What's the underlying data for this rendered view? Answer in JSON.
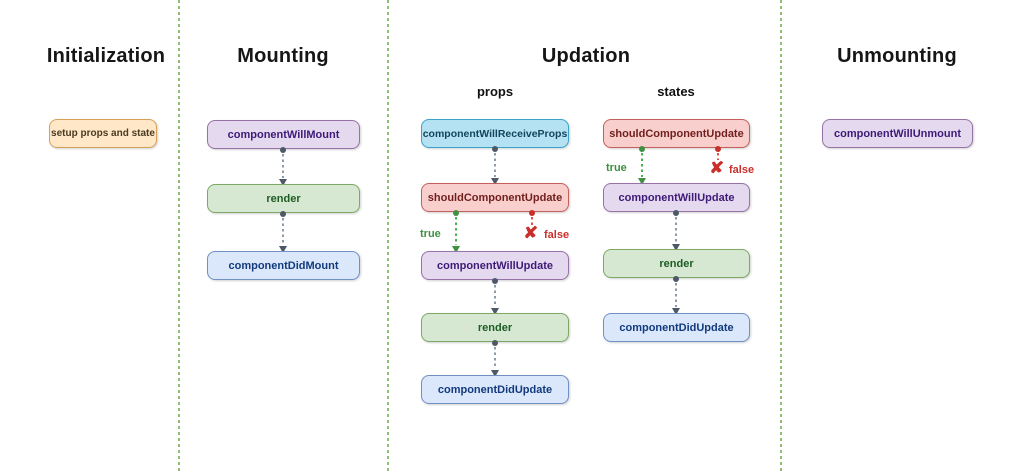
{
  "diagram": {
    "sections": [
      {
        "title": "Initialization",
        "boxes": [
          {
            "label": "setup props and state",
            "style": "orange"
          }
        ]
      },
      {
        "title": "Mounting",
        "boxes": [
          {
            "label": "componentWillMount",
            "style": "purple"
          },
          {
            "label": "render",
            "style": "green"
          },
          {
            "label": "componentDidMount",
            "style": "blue"
          }
        ]
      },
      {
        "title": "Updation",
        "columns": [
          {
            "label": "props",
            "boxes": [
              {
                "label": "componentWillReceiveProps",
                "style": "cyan"
              },
              {
                "label": "shouldComponentUpdate",
                "style": "red"
              },
              {
                "label": "componentWillUpdate",
                "style": "purple"
              },
              {
                "label": "render",
                "style": "green"
              },
              {
                "label": "componentDidUpdate",
                "style": "blue"
              }
            ],
            "branch": {
              "true_label": "true",
              "false_label": "false"
            }
          },
          {
            "label": "states",
            "boxes": [
              {
                "label": "shouldComponentUpdate",
                "style": "red"
              },
              {
                "label": "componentWillUpdate",
                "style": "purple"
              },
              {
                "label": "render",
                "style": "green"
              },
              {
                "label": "componentDidUpdate",
                "style": "blue"
              }
            ],
            "branch": {
              "true_label": "true",
              "false_label": "false"
            }
          }
        ]
      },
      {
        "title": "Unmounting",
        "boxes": [
          {
            "label": "componentWillUnmount",
            "style": "purple"
          }
        ]
      }
    ],
    "icons": {
      "false_x": "✘"
    },
    "colors": {
      "divider_green": "#8fbf70",
      "arrow_gray": "#8d9aa8",
      "arrow_dark": "#4d5966",
      "true_green": "#3c9141",
      "false_red": "#c9302c",
      "orange_fill": "#ffe7c8",
      "orange_border": "#d8a158",
      "purple_fill": "#e4d9ee",
      "purple_border": "#9673a6",
      "green_fill": "#d6e8d2",
      "green_border": "#7da865",
      "blue_fill": "#dbe8fb",
      "blue_border": "#7191c4",
      "cyan_fill": "#b5e2f2",
      "cyan_border": "#39a3c9",
      "red_fill": "#f8cfcd",
      "red_border": "#c4605c"
    }
  }
}
